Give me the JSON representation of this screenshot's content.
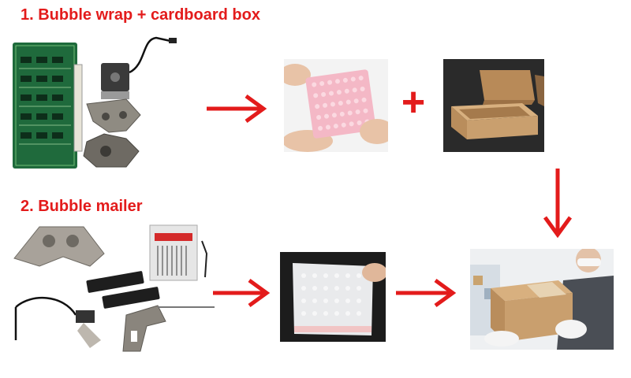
{
  "steps": {
    "step1_label": "1. Bubble wrap + cardboard box",
    "step2_label": "2. Bubble mailer"
  },
  "plus_symbol": "+",
  "colors": {
    "accent": "#e31b1b",
    "background": "#ffffff",
    "dark_photo_bg": "#2a2a2a",
    "cardboard": "#c99f6e",
    "bubble_pink": "#f4b8c6",
    "mailer_white": "#e9eaec"
  },
  "images": [
    "circuit-board-and-motor-parts",
    "bubble-wrap-pouch-in-hands",
    "open-cardboard-box",
    "assorted-machine-parts",
    "bubble-mailer-envelope",
    "courier-holding-package"
  ],
  "arrows": [
    "right",
    "right",
    "right",
    "down"
  ]
}
